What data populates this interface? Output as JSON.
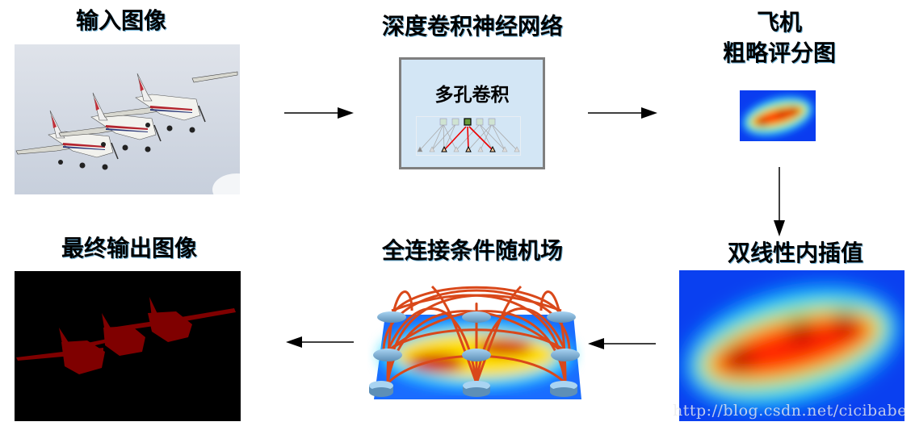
{
  "steps": {
    "input": {
      "title": "输入图像",
      "image": "three-airplanes-in-sky-photo"
    },
    "dcnn": {
      "title": "深度卷积神经网络",
      "box_label": "多孔卷积",
      "diagram": "atrous-convolution-diagram"
    },
    "coarse": {
      "title_line1": "飞机",
      "title_line2": "粗略评分图",
      "image": "coarse-heatmap"
    },
    "bilinear": {
      "title": "双线性内插值",
      "image": "upsampled-heatmap"
    },
    "crf": {
      "title": "全连接条件随机场",
      "image": "fully-connected-crf-graph"
    },
    "output": {
      "title": "最终输出图像",
      "image": "segmentation-mask"
    }
  },
  "flow": [
    {
      "from": "input",
      "to": "dcnn",
      "direction": "right"
    },
    {
      "from": "dcnn",
      "to": "coarse",
      "direction": "right"
    },
    {
      "from": "coarse",
      "to": "bilinear",
      "direction": "down"
    },
    {
      "from": "bilinear",
      "to": "crf",
      "direction": "left"
    },
    {
      "from": "crf",
      "to": "output",
      "direction": "left"
    }
  ],
  "colors": {
    "mask_red": "#7f0000",
    "box_bg": "#d3e6f5",
    "box_border": "#7f7f7f",
    "crf_edges": "#d9481a",
    "node_fill": "#8ec3e8"
  },
  "watermark": "http://blog.csdn.net/cicibabe"
}
